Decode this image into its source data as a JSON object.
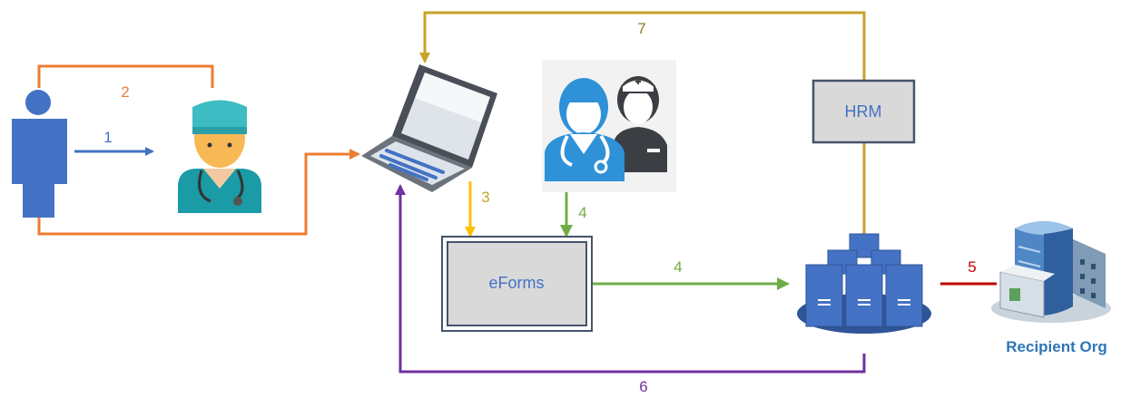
{
  "colors": {
    "step1": "#4472c4",
    "step2": "#ed7d31",
    "step3": "#ffc000",
    "step4": "#70ad47",
    "step5": "#c00000",
    "step6": "#7030a0",
    "step7": "#c9a227",
    "box_fill": "#d9d9d9",
    "box_border": "#44546a",
    "label_blue": "#4472c4"
  },
  "icons": [
    "person-icon",
    "doctor-icon",
    "laptop-icon",
    "clinicians-icon",
    "server-stack-icon",
    "hospital-building-icon"
  ],
  "steps": {
    "s1": "1",
    "s2": "2",
    "s3": "3",
    "s4a": "4",
    "s4b": "4",
    "s5": "5",
    "s6": "6",
    "s7": "7"
  },
  "nodes": {
    "hrm": "HRM",
    "eforms": "eForms",
    "recipient": "Recipient Org"
  }
}
